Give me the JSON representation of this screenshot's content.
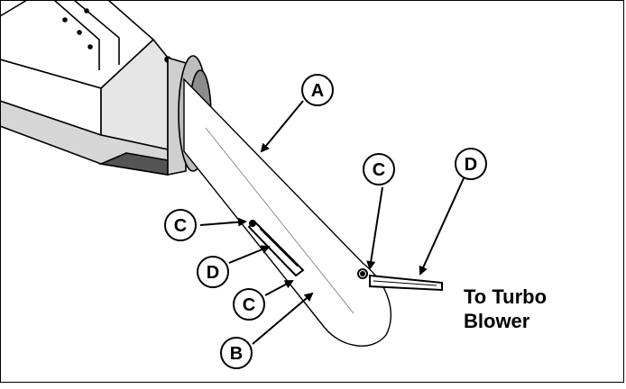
{
  "callouts": {
    "a": "A",
    "b": "B",
    "c_left_top": "C",
    "c_left_bottom": "C",
    "c_right": "C",
    "d_left": "D",
    "d_right": "D"
  },
  "caption": {
    "line1": "To Turbo",
    "line2": "Blower"
  }
}
